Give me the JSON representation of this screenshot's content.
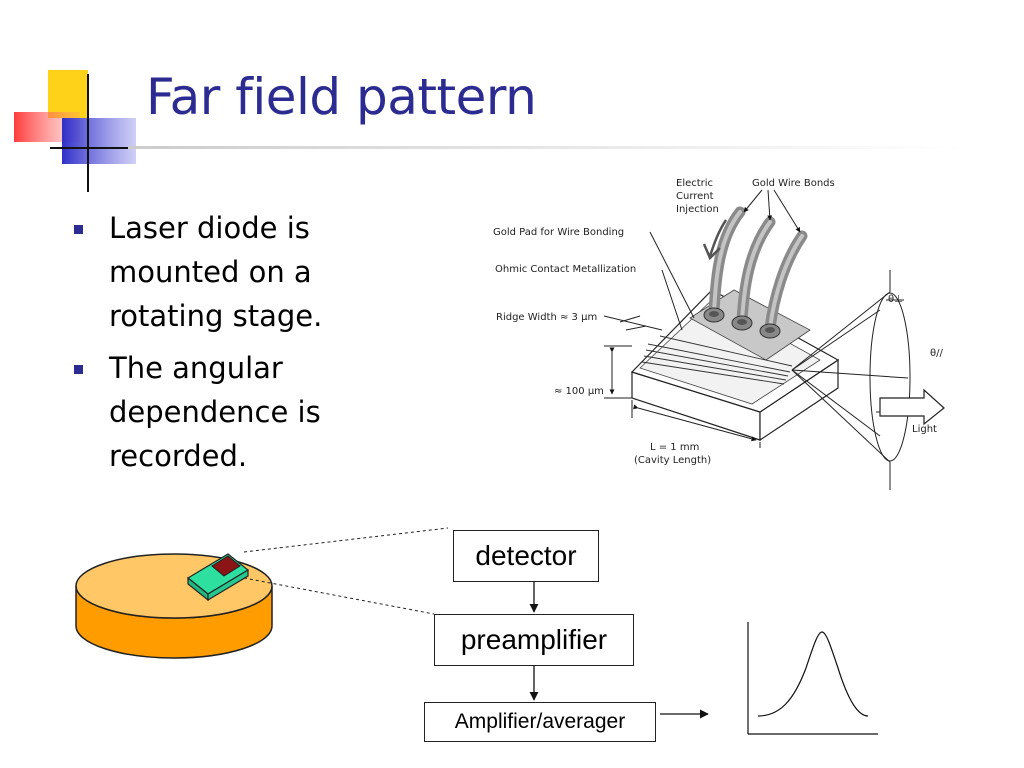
{
  "slide": {
    "title": "Far field pattern",
    "bullets": [
      "Laser diode is mounted on a rotating stage.",
      "The angular dependence is recorded."
    ]
  },
  "laser_diagram": {
    "labels": {
      "electric_current_injection": [
        "Electric",
        "Current",
        "Injection"
      ],
      "gold_wire_bonds": "Gold Wire Bonds",
      "gold_pad": "Gold Pad for Wire Bonding",
      "ohmic_contact": "Ohmic Contact Metallization",
      "ridge_width": "Ridge Width ≈ 3 μm",
      "height": "≈ 100 μm",
      "length": "L = 1 mm",
      "cavity": "(Cavity Length)",
      "theta_perp": "θ⊥",
      "theta_par": "θ//",
      "light": "Light"
    }
  },
  "flow": {
    "detector": "detector",
    "preamplifier": "preamplifier",
    "amplifier": "Amplifier/averager"
  },
  "colors": {
    "title": "#2b2b92",
    "bullet": "#2b2b92",
    "stage_top": "#ffc766",
    "stage_side": "#ff9c00",
    "chip": "#2ee0a0",
    "laser": "#8b1414",
    "deco_yellow": "#ffd21a",
    "deco_red": "#ff4a4a",
    "deco_blue": "#3333cc"
  }
}
